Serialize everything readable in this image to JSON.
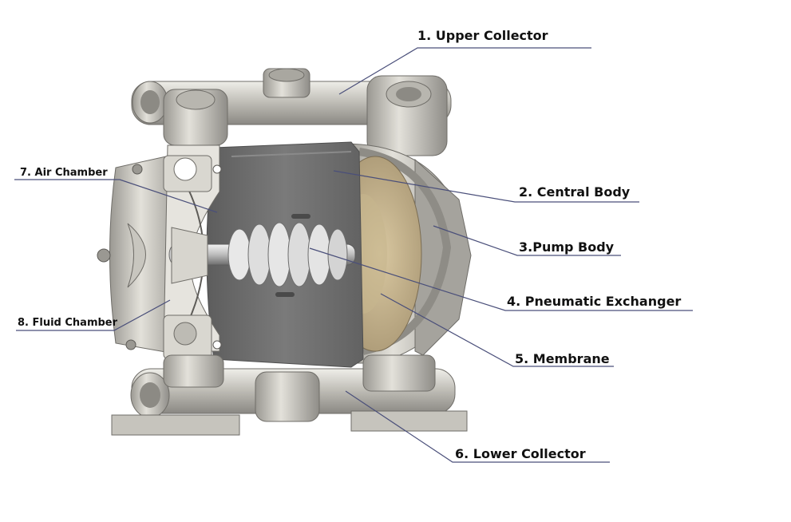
{
  "labels": {
    "upper_collector": "1. Upper Collector",
    "central_body": "2. Central Body",
    "pump_body": "3.Pump Body",
    "pneumatic_exchanger": "4. Pneumatic Exchanger",
    "membrane": "5. Membrane",
    "lower_collector": "6. Lower Collector",
    "air_chamber": "7. Air Chamber",
    "fluid_chamber": "8. Fluid Chamber"
  },
  "colors": {
    "metal_light": "#d8d6cf",
    "metal_mid": "#b3b1aa",
    "metal_dark": "#7d7b76",
    "central_gray": "#6f6f6f",
    "membrane_tan": "#cbb890",
    "leader_line": "#4a4f7a"
  }
}
